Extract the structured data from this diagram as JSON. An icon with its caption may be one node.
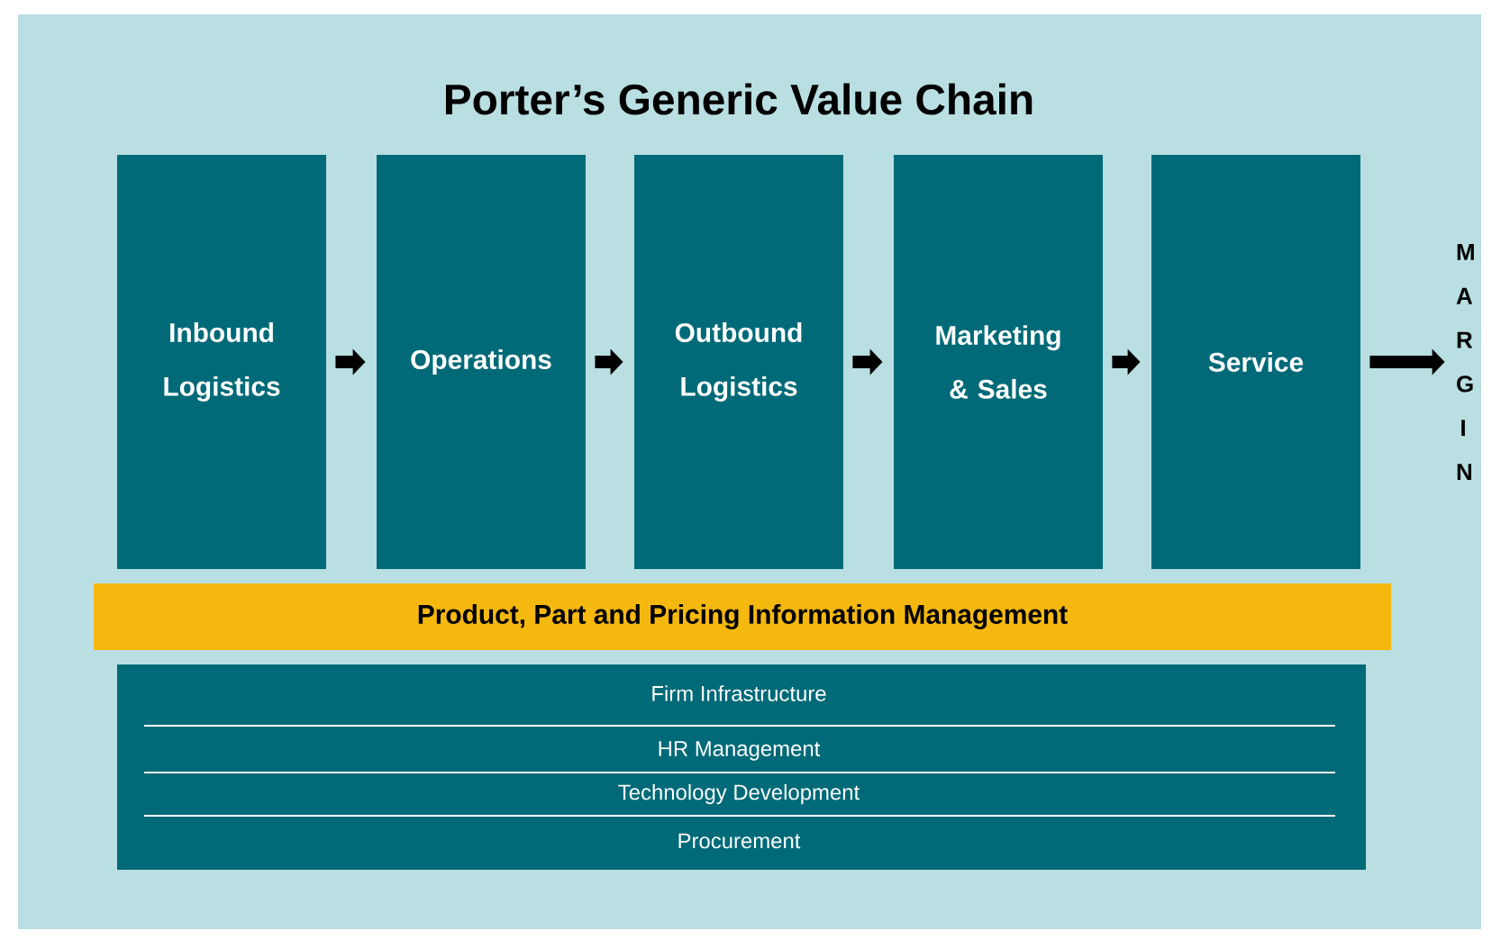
{
  "diagram": {
    "title": "Porter’s Generic Value Chain",
    "nodes": [
      {
        "text": [
          "Inbound Logistics"
        ]
      },
      {
        "text": [
          "Operations"
        ]
      },
      {
        "text": [
          "Outbound Logistics"
        ]
      },
      {
        "text": [
          "Marketing & Sales"
        ]
      },
      {
        "text": [
          "Service"
        ]
      },
      {
        "text": [
          "M A R G I N"
        ]
      },
      {
        "text": [
          "Product, Part and Pricing Information Management"
        ]
      },
      {
        "text": [
          "Firm Infrastructure",
          "HR Management",
          "Technology Development",
          "Procurement"
        ]
      }
    ],
    "edges": [
      {
        "from": 0,
        "to": 1,
        "arrow": "to"
      },
      {
        "from": 1,
        "to": 2,
        "arrow": "to"
      },
      {
        "from": 2,
        "to": 3,
        "arrow": "to"
      },
      {
        "from": 3,
        "to": 4,
        "arrow": "to"
      },
      {
        "from": 4,
        "to": 5,
        "arrow": "to"
      }
    ]
  }
}
